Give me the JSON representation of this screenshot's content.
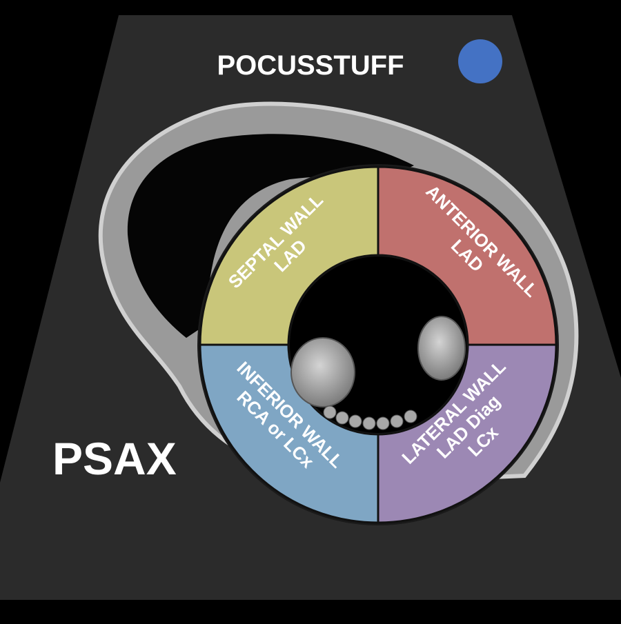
{
  "brand": {
    "title": "POCUSSTUFF",
    "dot_color": "#4472c4"
  },
  "view_label": "PSAX",
  "segments": {
    "septal": {
      "lines": [
        "SEPTAL WALL",
        "LAD"
      ],
      "color": "#c9c67a"
    },
    "anterior": {
      "lines": [
        "ANTERIOR WALL",
        "LAD"
      ],
      "color": "#c0716e"
    },
    "inferior": {
      "lines": [
        "INFERIOR WALL",
        "RCA or LCx"
      ],
      "color": "#7fa6c4"
    },
    "lateral": {
      "lines": [
        "LATERAL WALL",
        "LAD Diag",
        "LCx"
      ],
      "color": "#9c88b4"
    }
  },
  "colors": {
    "background": "#000000",
    "sector": "#2b2b2b",
    "tissue": "#b4b4b4",
    "label_text": "#ffffff",
    "divider": "#111111"
  }
}
